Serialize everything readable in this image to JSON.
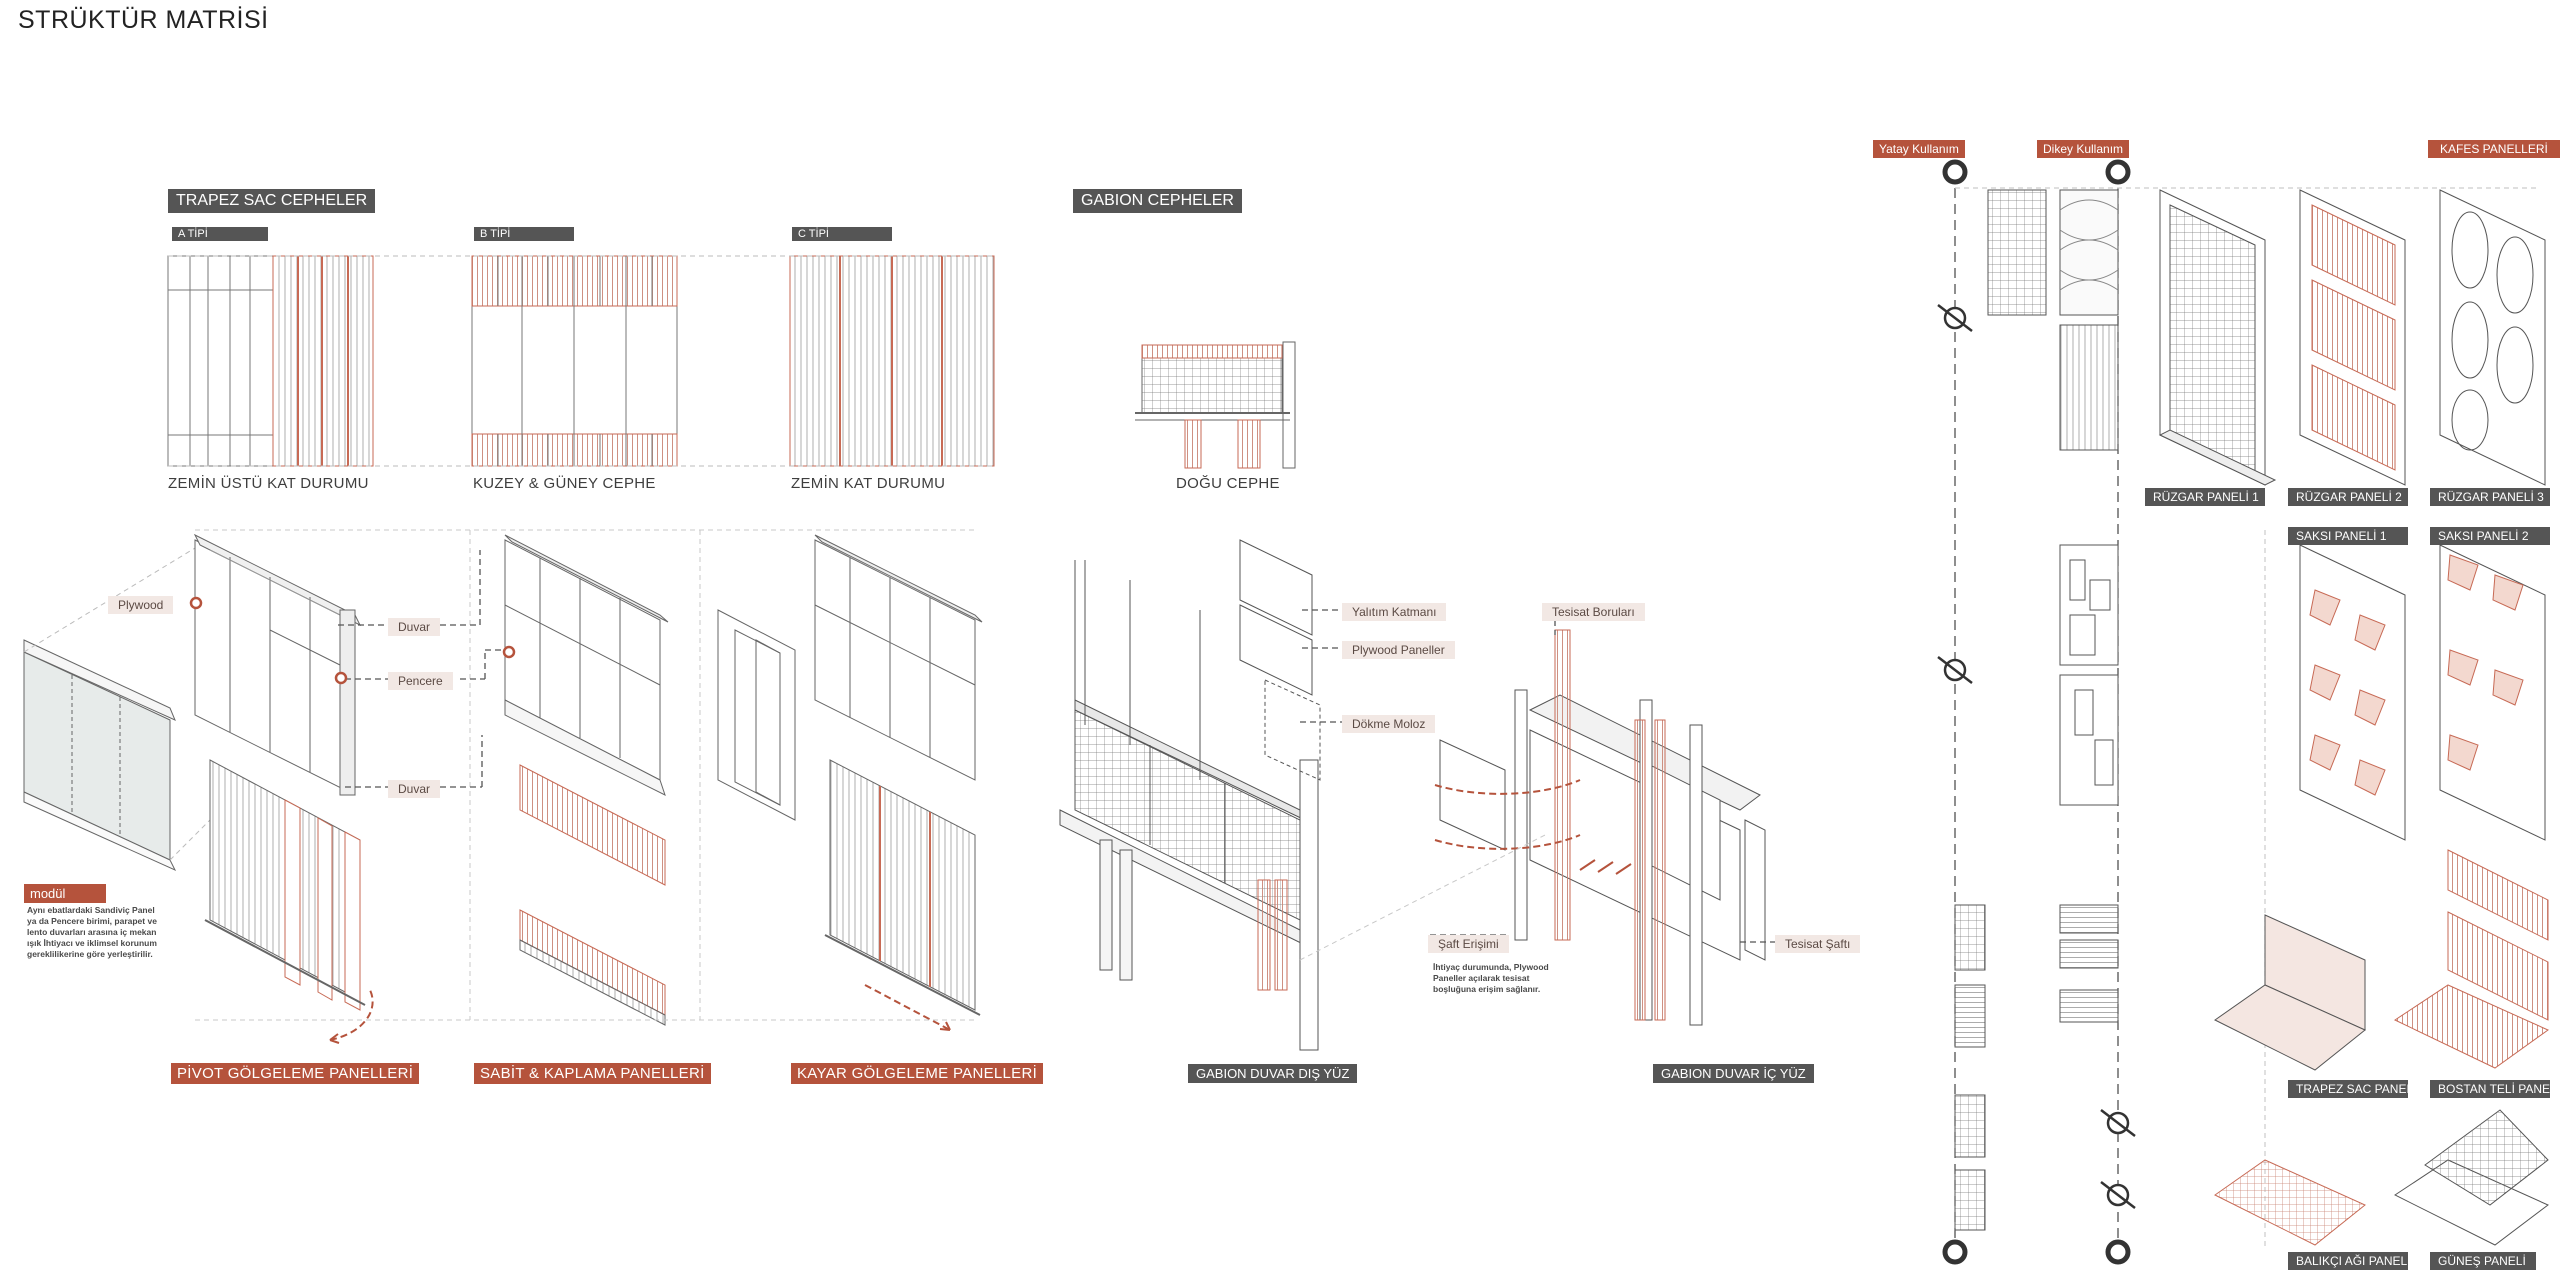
{
  "title": "STRÜKTÜR MATRİSİ",
  "sections": {
    "trapez": "TRAPEZ SAC CEPHELER",
    "gabion": "GABION CEPHELER"
  },
  "types": {
    "a": "A TİPİ",
    "b": "B TİPİ",
    "c": "C TİPİ"
  },
  "elevation_captions": {
    "zemin_ustu": "ZEMİN ÜSTÜ KAT DURUMU",
    "kuzey_guney": "KUZEY & GÜNEY CEPHE",
    "zemin_kat": "ZEMİN KAT DURUMU",
    "dogu": "DOĞU CEPHE"
  },
  "callouts": {
    "plywood": "Plywood",
    "duvar1": "Duvar",
    "pencere": "Pencere",
    "duvar2": "Duvar",
    "yalitim": "Yalıtım Katmanı",
    "plywood_paneller": "Plywood Paneller",
    "dokme_moloz": "Dökme Moloz",
    "tesisat_borulari": "Tesisat Boruları",
    "saft_erisimi": "Şaft Erişimi",
    "tesisat_safti": "Tesisat Şaftı"
  },
  "modul": {
    "label": "modül",
    "note_lines": [
      "Aynı ebatlardaki Sandiviç Panel",
      "ya da Pencere birimi, parapet ve",
      "lento duvarları arasına iç mekan",
      "ışık İhtiyacı ve iklimsel korunum",
      "gereklilikerine göre yerleştirilir."
    ]
  },
  "saft_note_lines": [
    "İhtiyaç durumunda, Plywood",
    "Paneller açılarak tesisat",
    "boşluğuna erişim sağlanır."
  ],
  "bottom_labels": {
    "pivot": "PİVOT GÖLGELEME PANELLERİ",
    "sabit": "SABİT & KAPLAMA PANELLERİ",
    "kayar": "KAYAR GÖLGELEME PANELLERİ",
    "gabion_dis": "GABION DUVAR DIŞ YÜZ",
    "gabion_ic": "GABION DUVAR İÇ YÜZ"
  },
  "right_headers": {
    "yatay": "Yatay Kullanım",
    "dikey": "Dikey Kullanım",
    "kafes": "KAFES PANELLERİ"
  },
  "panel_labels": {
    "ruzgar1": "RÜZGAR PANELİ 1",
    "ruzgar2": "RÜZGAR PANELİ 2",
    "ruzgar3": "RÜZGAR PANELİ 3",
    "saksi1": "SAKSI PANELİ 1",
    "saksi2": "SAKSI PANELİ 2",
    "trapez_sac": "TRAPEZ SAC PANEL",
    "bostan_teli": "BOSTAN TELİ PANELİ",
    "balikci_agi": "BALIKÇI AĞI PANEL",
    "gunes": "GÜNEŞ PANELİ"
  },
  "colors": {
    "accent": "#b5533c",
    "dark_tag": "#555555",
    "line": "#6a6a6a",
    "light_tag": "#f2e8e4"
  }
}
